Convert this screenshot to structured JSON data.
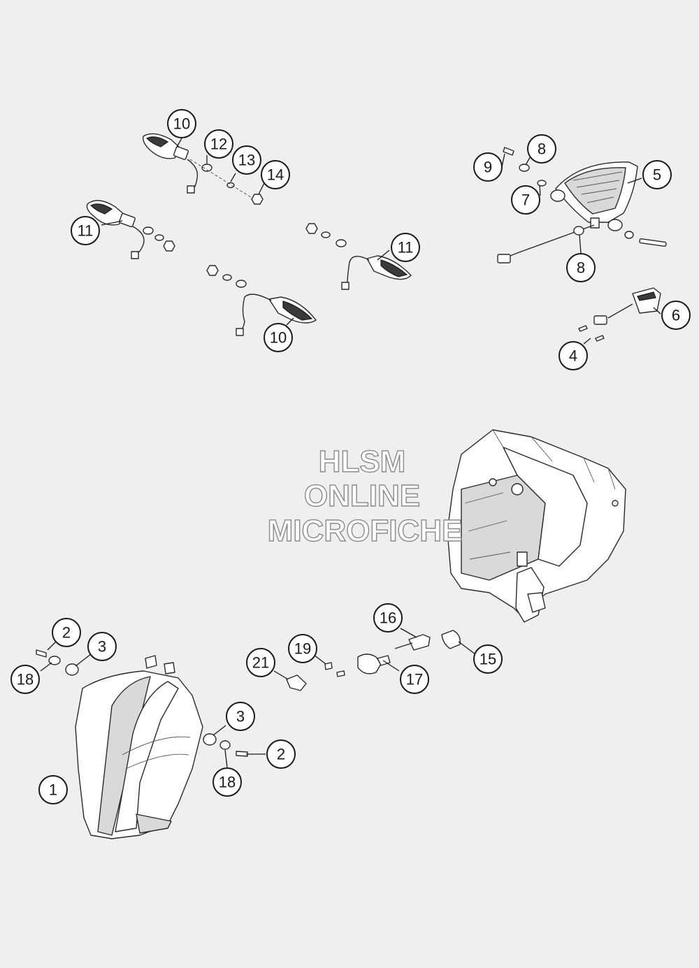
{
  "watermark": {
    "line1": "HLSM",
    "line2": "ONLINE",
    "line3": "MICROFICHE"
  },
  "callouts": [
    {
      "label": "10"
    },
    {
      "label": "12"
    },
    {
      "label": "13"
    },
    {
      "label": "14"
    },
    {
      "label": "11"
    },
    {
      "label": "11"
    },
    {
      "label": "10"
    },
    {
      "label": "9"
    },
    {
      "label": "8"
    },
    {
      "label": "5"
    },
    {
      "label": "7"
    },
    {
      "label": "8"
    },
    {
      "label": "6"
    },
    {
      "label": "4"
    },
    {
      "label": "2"
    },
    {
      "label": "3"
    },
    {
      "label": "18"
    },
    {
      "label": "1"
    },
    {
      "label": "3"
    },
    {
      "label": "2"
    },
    {
      "label": "18"
    },
    {
      "label": "21"
    },
    {
      "label": "19"
    },
    {
      "label": "16"
    },
    {
      "label": "17"
    },
    {
      "label": "15"
    }
  ]
}
